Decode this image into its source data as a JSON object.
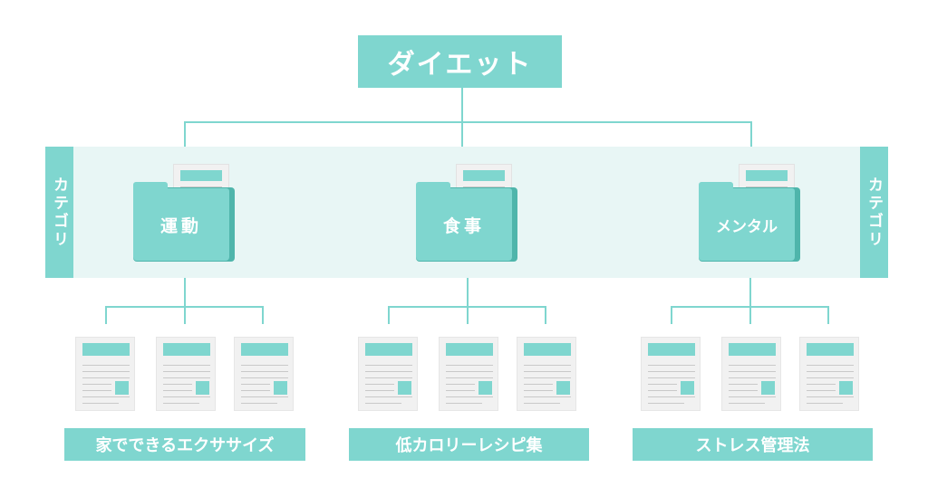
{
  "root": {
    "label": "ダイエット"
  },
  "category_side_label": "カテゴリ",
  "categories": [
    {
      "label": "運動",
      "group_label": "家でできるエクササイズ"
    },
    {
      "label": "食事",
      "group_label": "低カロリーレシピ集"
    },
    {
      "label": "メンタル",
      "group_label": "ストレス管理法"
    }
  ],
  "colors": {
    "accent": "#7fd6cf",
    "accent_dark": "#4fb5ab",
    "band": "#e8f6f5",
    "page": "#f1f1f1"
  },
  "icons": {
    "category": "folder-icon",
    "article": "document-icon"
  }
}
